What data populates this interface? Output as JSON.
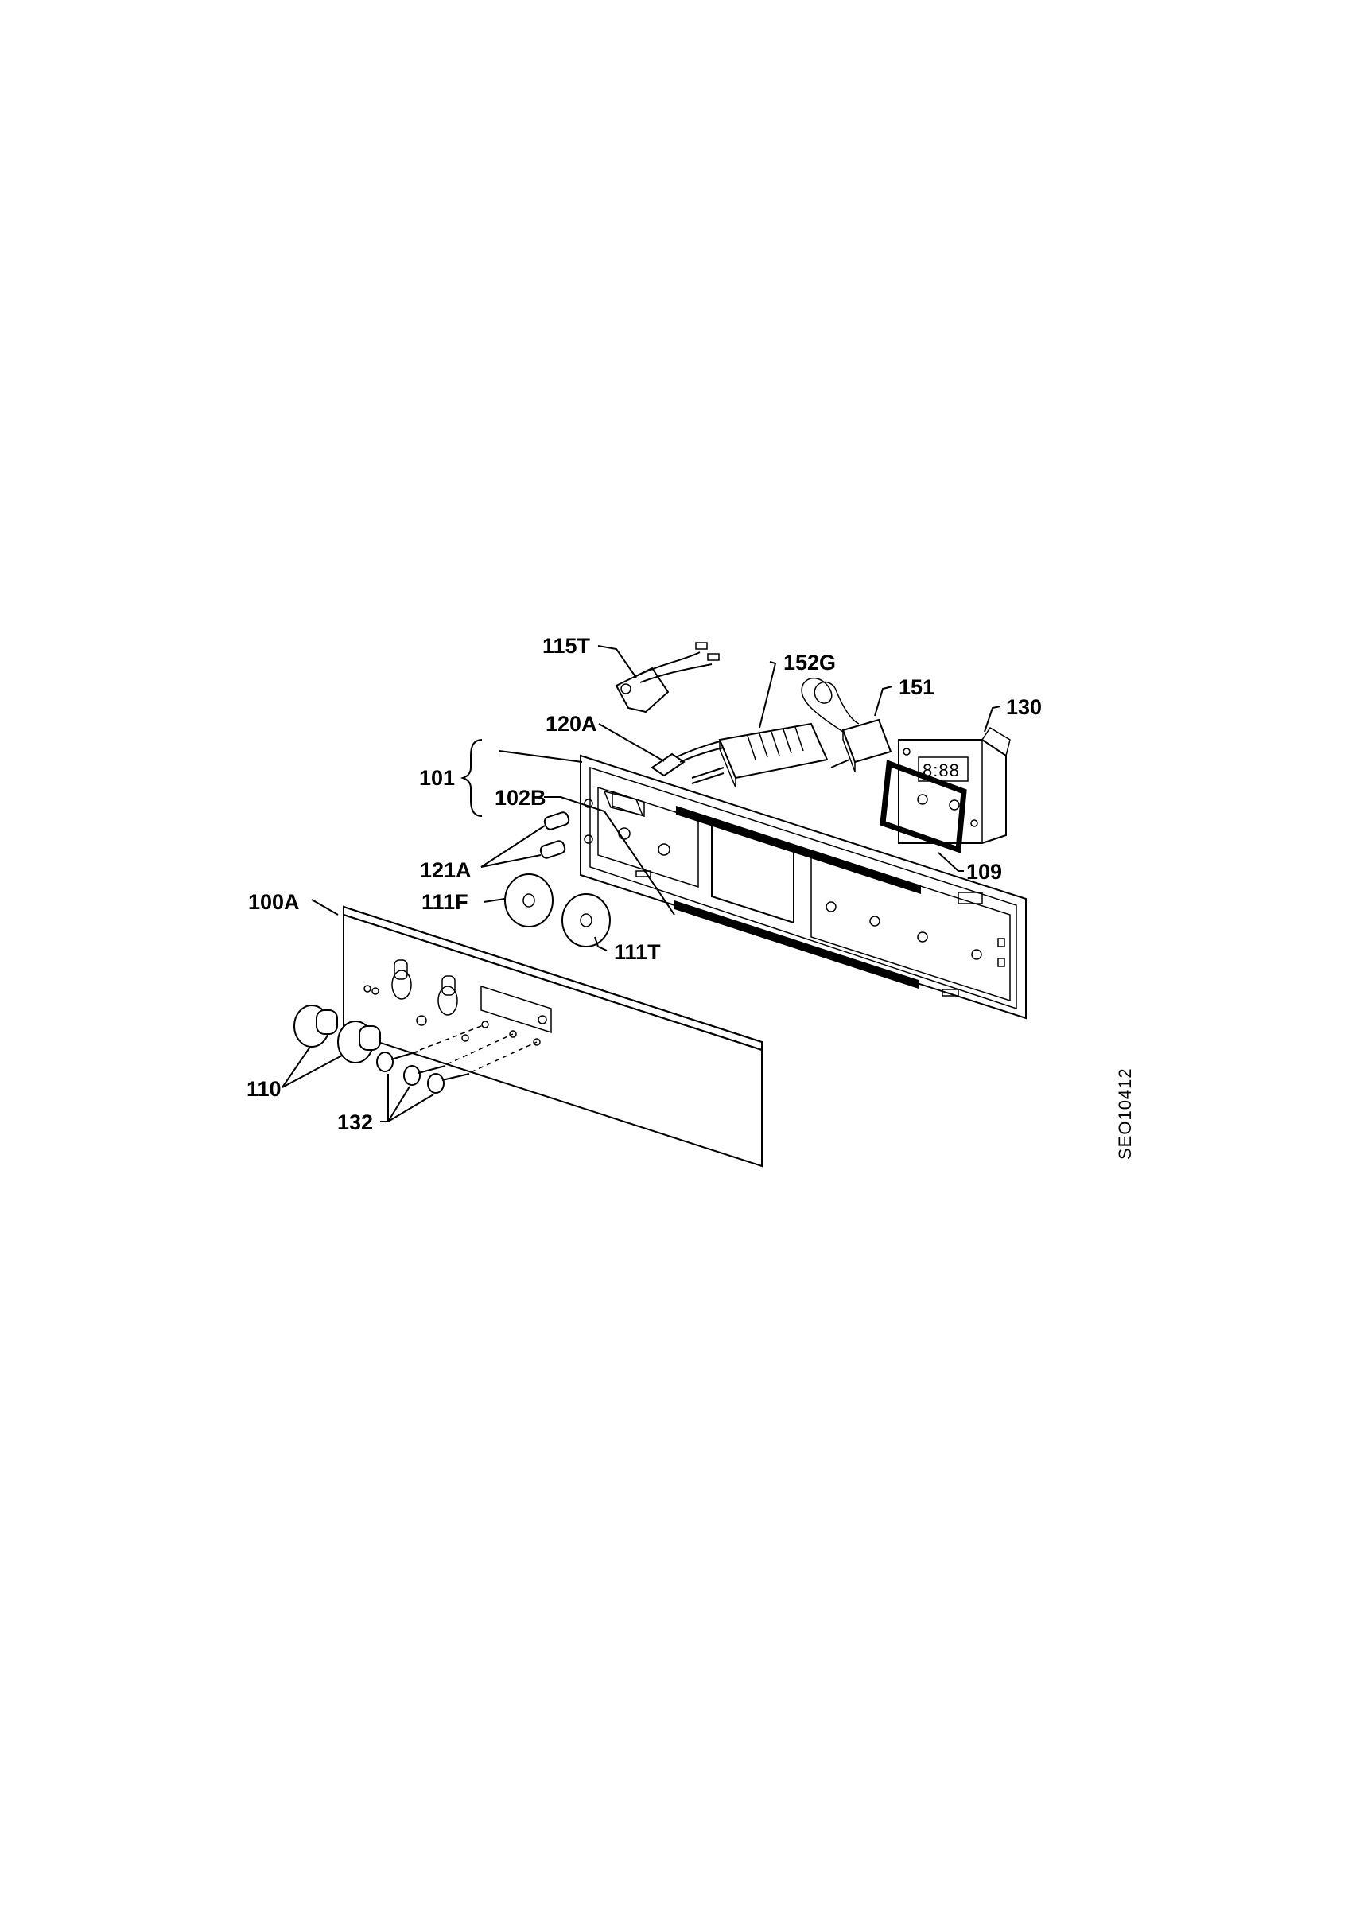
{
  "labels": {
    "p115T": "115T",
    "p152G": "152G",
    "p151": "151",
    "p130": "130",
    "p120A": "120A",
    "p101": "101",
    "p102B": "102B",
    "p121A": "121A",
    "p109": "109",
    "p100A": "100A",
    "p111F": "111F",
    "p111T": "111T",
    "p110": "110",
    "p132": "132"
  },
  "drawing_code": "SEO10412",
  "display_digits": "8:88"
}
